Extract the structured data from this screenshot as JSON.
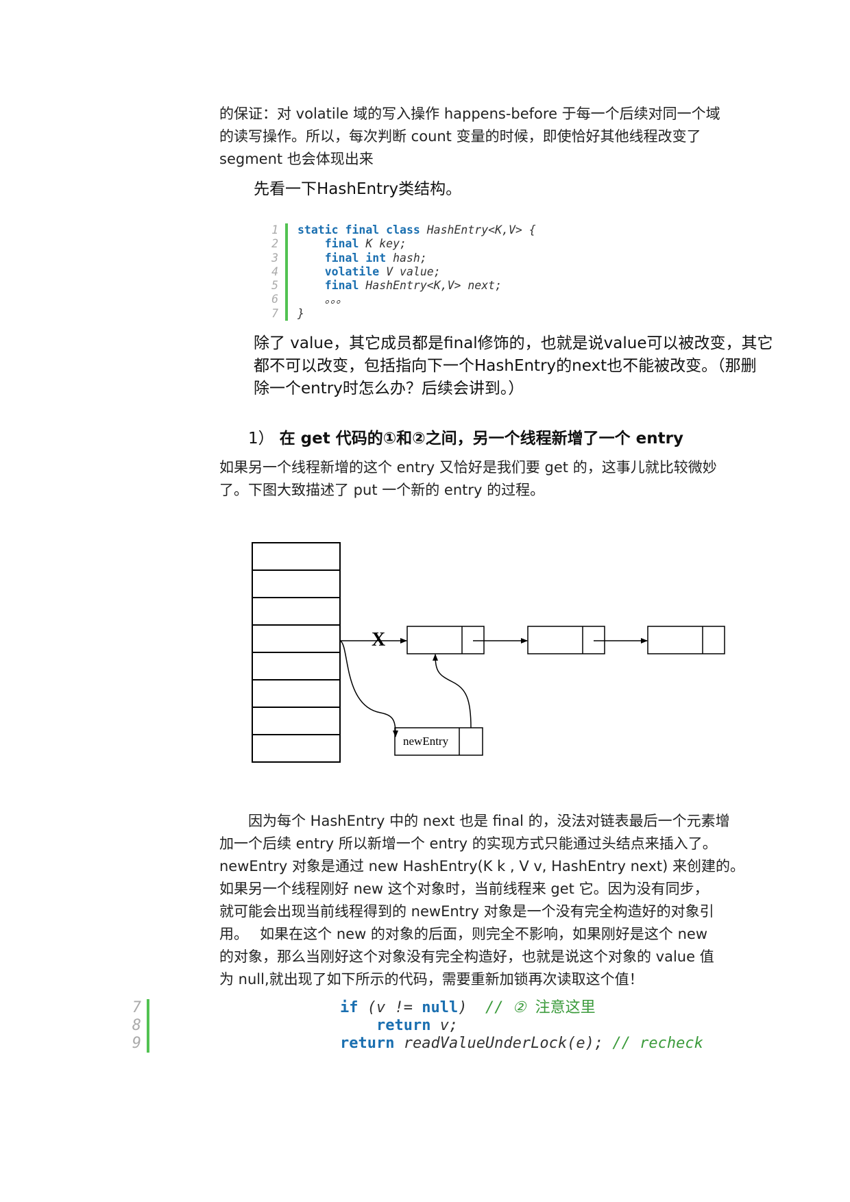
{
  "paragraph1": [
    "的保证：对 volatile 域的写入操作 happens-before 于每一个后续对同一个域",
    "的读写操作。所以，每次判断 count 变量的时候，即使恰好其他线程改变了",
    "segment 也会体现出来"
  ],
  "intro": "先看一下HashEntry类结构。",
  "code1": {
    "lines": [
      {
        "num": "1",
        "parts": [
          {
            "t": "static final class ",
            "k": true
          },
          {
            "t": "HashEntry<K,V> {",
            "k": false
          }
        ]
      },
      {
        "num": "2",
        "parts": [
          {
            "t": "    ",
            "k": false
          },
          {
            "t": "final ",
            "k": true
          },
          {
            "t": "K key;",
            "k": false
          }
        ]
      },
      {
        "num": "3",
        "parts": [
          {
            "t": "    ",
            "k": false
          },
          {
            "t": "final int ",
            "k": true
          },
          {
            "t": "hash;",
            "k": false
          }
        ]
      },
      {
        "num": "4",
        "parts": [
          {
            "t": "    ",
            "k": false
          },
          {
            "t": "volatile ",
            "k": true
          },
          {
            "t": "V value;",
            "k": false
          }
        ]
      },
      {
        "num": "5",
        "parts": [
          {
            "t": "    ",
            "k": false
          },
          {
            "t": "final ",
            "k": true
          },
          {
            "t": "HashEntry<K,V> next;",
            "k": false
          }
        ]
      },
      {
        "num": "6",
        "parts": [
          {
            "t": "    。。。",
            "k": false
          }
        ]
      },
      {
        "num": "7",
        "parts": [
          {
            "t": "}",
            "k": false
          }
        ]
      }
    ]
  },
  "paragraph2": [
    "除了 value，其它成员都是final修饰的，也就是说value可以被改变，其它",
    "都不可以改变，包括指向下一个HashEntry的next也不能被改变。（那删",
    "除一个entry时怎么办？后续会讲到。）"
  ],
  "heading": {
    "number": "1）",
    "text": "在 get 代码的①和②之间，另一个线程新增了一个 entry"
  },
  "paragraph3": [
    "如果另一个线程新增的这个 entry 又恰好是我们要 get 的，这事儿就比较微妙",
    "了。下图大致描述了 put  一个新的 entry 的过程。"
  ],
  "diagram": {
    "mark": "X",
    "new_entry_label": "newEntry"
  },
  "paragraph4": [
    "　　因为每个 HashEntry 中的 next 也是 final 的，没法对链表最后一个元素增",
    "加一个后续 entry 所以新增一个 entry 的实现方式只能通过头结点来插入了。",
    "newEntry 对象是通过 new HashEntry(K k , V v, HashEntry next) 来创建的。",
    "如果另一个线程刚好 new  这个对象时，当前线程来 get 它。因为没有同步，",
    "就可能会出现当前线程得到的 newEntry 对象是一个没有完全构造好的对象引",
    "用。　 如果在这个 new 的对象的后面，则完全不影响，如果刚好是这个 new",
    "的对象，那么当刚好这个对象没有完全构造好，也就是说这个对象的 value 值",
    "为 null,就出现了如下所示的代码，需要重新加锁再次读取这个值！"
  ],
  "code2": {
    "line7_num": "7",
    "line7_kw": "if",
    "line7_code": " (v != ",
    "line7_kw2": "null",
    "line7_close": ")  ",
    "line7_comment": "// ② ",
    "line7_comment_cn": "注意这里",
    "line8_num": "8",
    "line8_indent": "    ",
    "line8_kw": "return",
    "line8_code": " v;",
    "line9_num": "9",
    "line9_kw": "return",
    "line9_code": " readValueUnderLock(e); ",
    "line9_comment": "// recheck"
  }
}
